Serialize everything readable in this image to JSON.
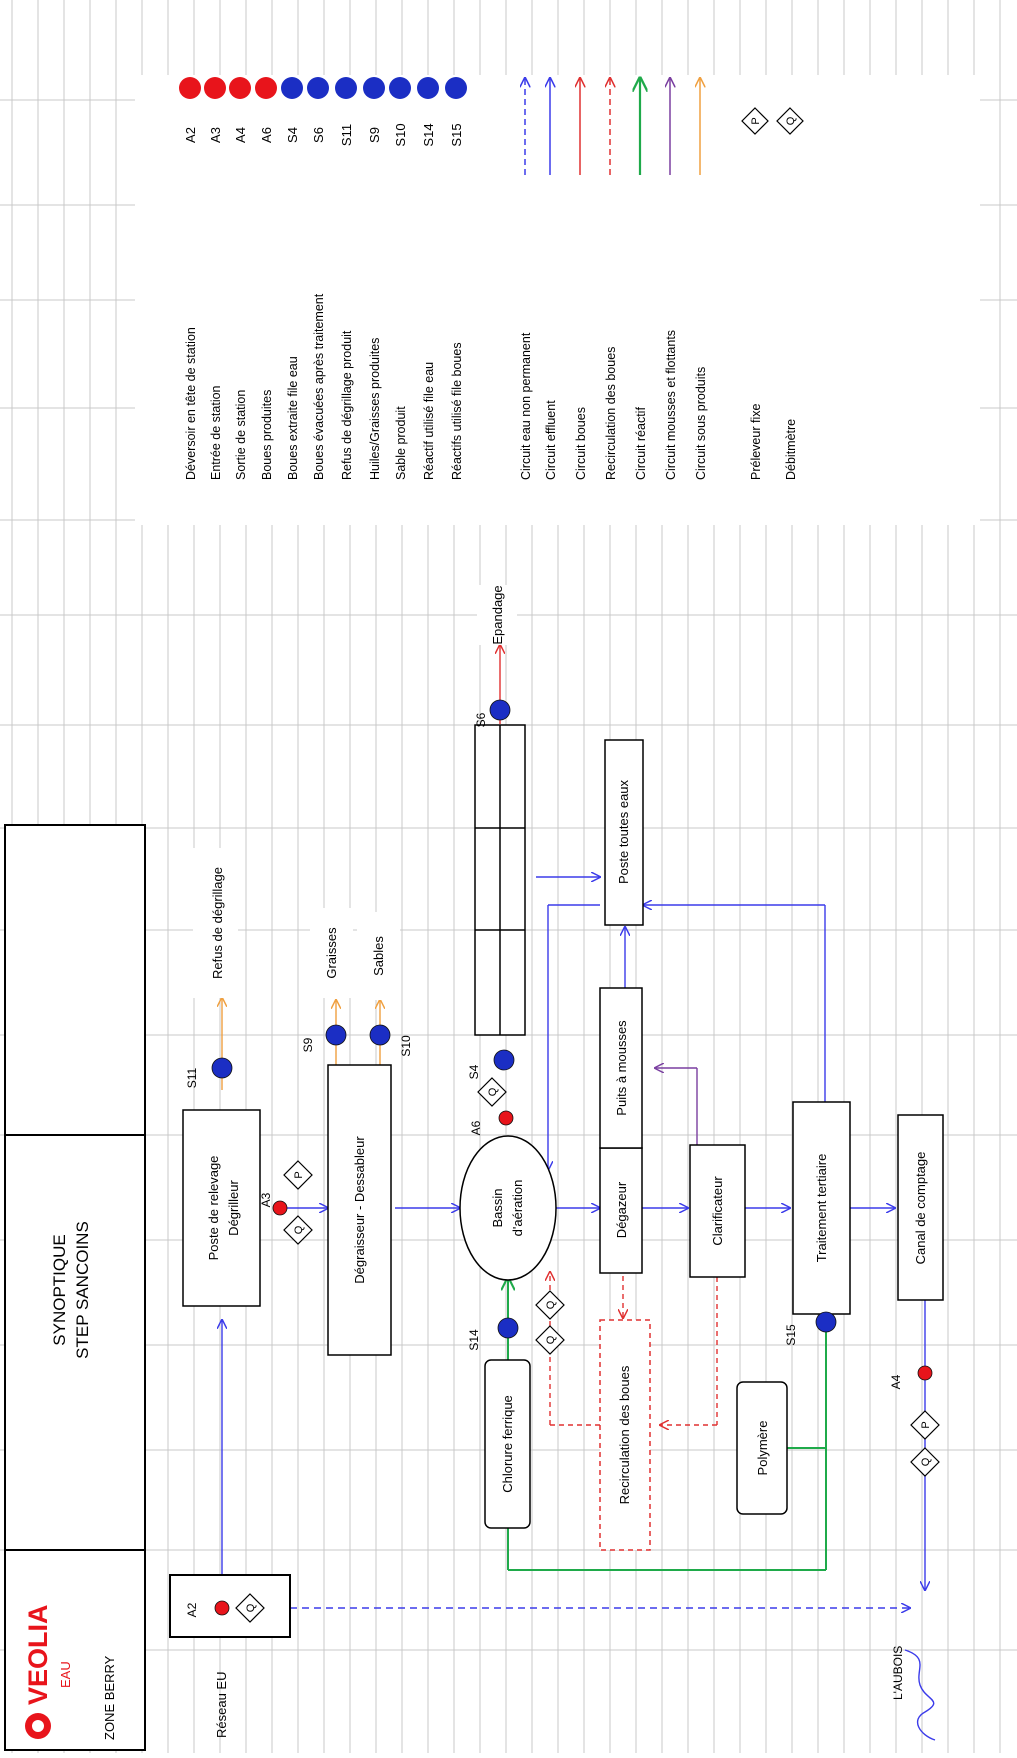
{
  "header": {
    "brand": "VEOLIA",
    "brand_sub": "EAU",
    "zone": "ZONE BERRY",
    "title_line1": "SYNOPTIQUE",
    "title_line2": "STEP SANCOINS"
  },
  "legend": {
    "points": [
      {
        "code": "A2",
        "label": "Déversoir en tête de station",
        "color": "red"
      },
      {
        "code": "A3",
        "label": "Entrée de station",
        "color": "red"
      },
      {
        "code": "A4",
        "label": "Sortie de station",
        "color": "red"
      },
      {
        "code": "A6",
        "label": "Boues produites",
        "color": "red"
      },
      {
        "code": "S4",
        "label": "Boues extraite file eau",
        "color": "blue"
      },
      {
        "code": "S6",
        "label": "Boues évacuées après traitement",
        "color": "blue"
      },
      {
        "code": "S11",
        "label": "Refus de dégrillage produit",
        "color": "blue"
      },
      {
        "code": "S9",
        "label": "Huiles/Graisses produites",
        "color": "blue"
      },
      {
        "code": "S10",
        "label": "Sable produit",
        "color": "blue"
      },
      {
        "code": "S14",
        "label": "Réactif utilisé file eau",
        "color": "blue"
      },
      {
        "code": "S15",
        "label": "Réactifs utilisé file boues",
        "color": "blue"
      }
    ],
    "circuits": [
      {
        "label": "Circuit eau non permanent",
        "color": "#3b3bea",
        "dashed": true
      },
      {
        "label": "Circuit effluent",
        "color": "#3b3bea",
        "dashed": false
      },
      {
        "label": "Circuit boues",
        "color": "#e03030",
        "dashed": false
      },
      {
        "label": "Recirculation des boues",
        "color": "#e03030",
        "dashed": true
      },
      {
        "label": "Circuit réactif",
        "color": "#1faa4a",
        "dashed": false
      },
      {
        "label": "Circuit mousses et flottants",
        "color": "#7a3fa0",
        "dashed": false
      },
      {
        "label": "Circuit sous produits",
        "color": "#f0a040",
        "dashed": false
      }
    ],
    "instruments": [
      {
        "symbol": "P",
        "label": "Préleveur fixe"
      },
      {
        "symbol": "Q",
        "label": "Débitmètre"
      }
    ]
  },
  "nodes": {
    "reseau": "Réseau EU",
    "poste_relevage_1": "Poste de relevage",
    "poste_relevage_2": "Dégrilleur",
    "refus": "Refus de dégrillage",
    "degraisseur": "Dégraisseur - Dessableur",
    "graisses": "Graisses",
    "sables": "Sables",
    "bassin_1": "Bassin",
    "bassin_2": "d'aération",
    "chlorure": "Chlorure ferrique",
    "recirculation": "Recirculation des boues",
    "degazeur": "Dégazeur",
    "puits": "Puits à mousses",
    "poste_toutes_eaux": "Poste toutes eaux",
    "clarificateur": "Clarificateur",
    "polymere": "Polymère",
    "traitement": "Traitement tertiaire",
    "canal": "Canal de comptage",
    "epandage": "Epandage",
    "aubois": "L'AUBOIS"
  },
  "points_on_diagram": {
    "A2": "A2",
    "A3": "A3",
    "A4": "A4",
    "A6": "A6",
    "S4": "S4",
    "S6": "S6",
    "S9": "S9",
    "S10": "S10",
    "S11": "S11",
    "S14": "S14",
    "S15": "S15"
  },
  "colors": {
    "red_point": "#e8141b",
    "blue_point": "#1b2ec4",
    "effluent": "#3b3bea",
    "boues": "#e03030",
    "reactif": "#1faa4a",
    "mousses": "#7a3fa0",
    "sous_produits": "#f0a040"
  }
}
